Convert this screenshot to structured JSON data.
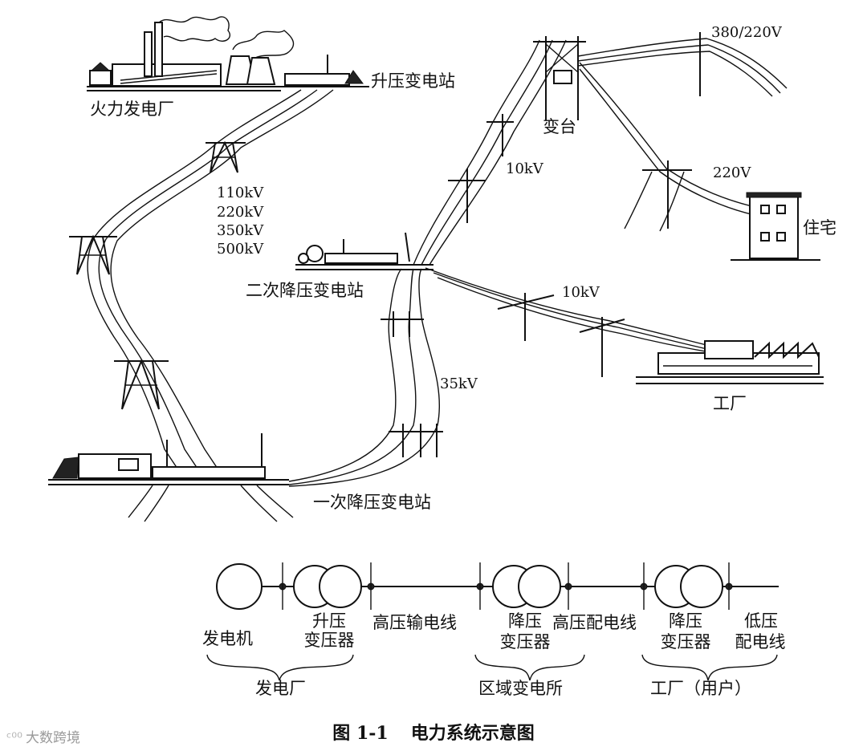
{
  "top_diagram": {
    "thermal_plant": "火力发电厂",
    "step_up_substation": "升压变电站",
    "transmission_voltages": [
      "110kV",
      "220kV",
      "350kV",
      "500kV"
    ],
    "secondary_substation": "二次降压变电站",
    "primary_substation": "一次降压变电站",
    "line_35kv": "35kV",
    "line_10kv_upper": "10kV",
    "line_10kv_lower": "10kV",
    "transformer_stand": "变台",
    "low_voltage_top": "380/220V",
    "low_voltage_220": "220V",
    "residence": "住宅",
    "factory": "工厂"
  },
  "schematic": {
    "generator": "发电机",
    "step_up_transformer": [
      "升压",
      "变压器"
    ],
    "hv_transmission_line": "高压输电线",
    "step_down_transformer_1": [
      "降压",
      "变压器"
    ],
    "hv_distribution_line": "高压配电线",
    "step_down_transformer_2": [
      "降压",
      "变压器"
    ],
    "lv_distribution_line": [
      "低压",
      "配电线"
    ],
    "group_power_plant": "发电厂",
    "group_regional_substation": "区域变电所",
    "group_factory_user": "工厂（用户）"
  },
  "caption": {
    "figure_number": "图 1-1",
    "title": "电力系统示意图"
  },
  "watermark": "大数跨境"
}
